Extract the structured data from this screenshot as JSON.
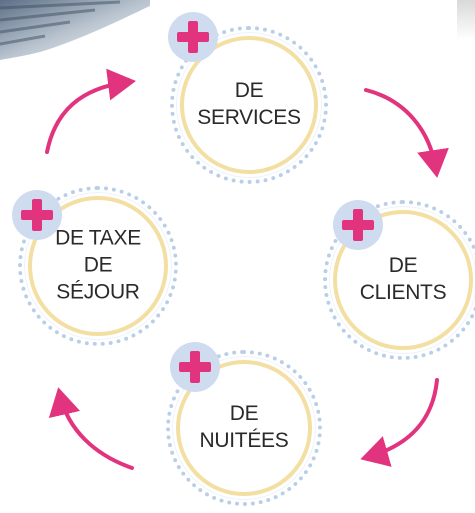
{
  "nodes": {
    "services": {
      "line1": "DE",
      "line2": "SERVICES"
    },
    "clients": {
      "line1": "DE",
      "line2": "CLIENTS"
    },
    "nuitees": {
      "line1": "DE",
      "line2": "NUITÉES"
    },
    "taxe": {
      "line1": "DE TAXE",
      "line2": "DE",
      "line3": "SÉJOUR"
    }
  },
  "colors": {
    "arrow": "#e2337f",
    "plus": "#e2337f",
    "badge": "#cfdcf0",
    "ring": "#f3dfa2",
    "dots": "#b9cfe8"
  }
}
